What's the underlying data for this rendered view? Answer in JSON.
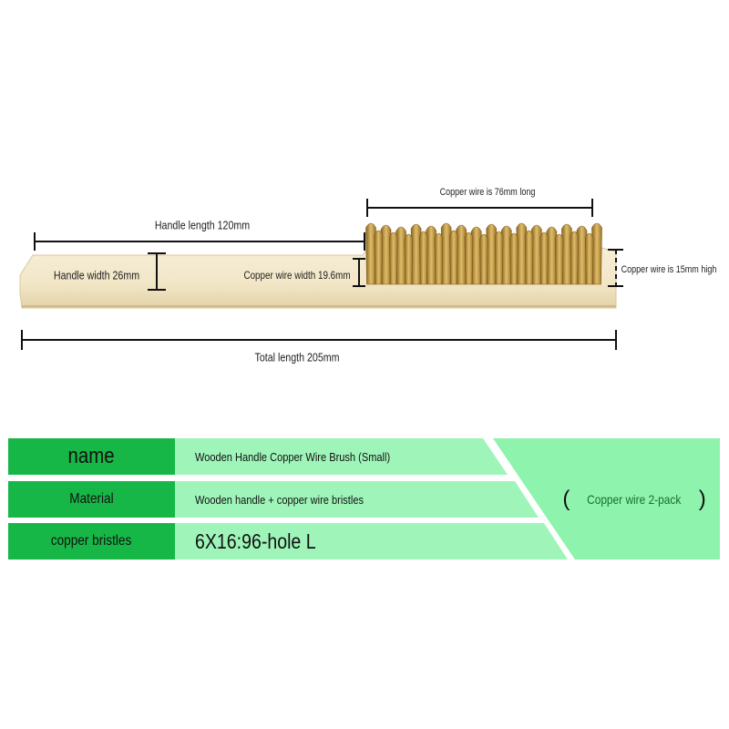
{
  "dimensions": {
    "handle_length": "Handle length 120mm",
    "handle_width": "Handle width 26mm",
    "copper_wire_width": "Copper wire width 19.6mm",
    "copper_wire_length": "Copper wire is 76mm long",
    "copper_wire_height": "Copper wire is 15mm high",
    "total_length": "Total length 205mm"
  },
  "spec_table": {
    "rows": [
      {
        "label": "name",
        "value": "Wooden Handle Copper Wire Brush (Small)"
      },
      {
        "label": "Material",
        "value": "Wooden handle + copper wire bristles"
      },
      {
        "label": "copper bristles",
        "value": "6X16:96-hole L"
      }
    ],
    "side_note": {
      "open": "(",
      "text": "Copper wire 2-pack",
      "close": ")"
    }
  },
  "colors": {
    "label_green": "#17b747",
    "value_green": "#9ff5b9",
    "side_green": "#8ef3ac",
    "wood": "#f2e7c9",
    "bristle": "#c9a24a"
  }
}
